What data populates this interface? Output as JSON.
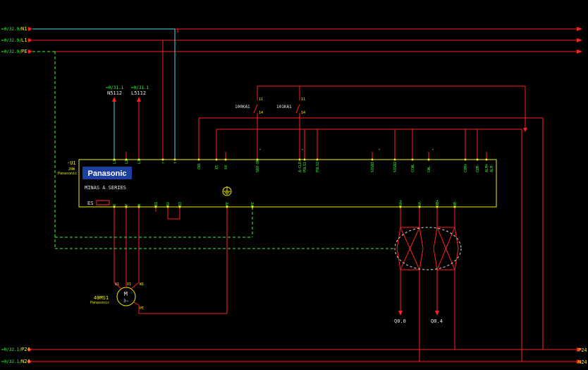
{
  "buses": {
    "n1": {
      "ref": "=0/32.9/",
      "name": "N1"
    },
    "l1": {
      "ref": "=0/32.9/",
      "name": "L1"
    },
    "pe": {
      "ref": "=0/32.9/",
      "name": "PE"
    },
    "p24": {
      "ref": "=0/32.1/",
      "name": "P24",
      "right": "P24"
    },
    "n24": {
      "ref": "=0/32.1/",
      "name": "N24",
      "right": "N24"
    }
  },
  "refs": {
    "n5112": {
      "ref": "=0/31.1",
      "name": "N5112"
    },
    "l5112": {
      "ref": "=0/31.1",
      "name": "L5112"
    }
  },
  "relays": {
    "k1": {
      "name": "100KA1",
      "t1": "11",
      "t2": "14"
    },
    "k2": {
      "name": "101KA1",
      "t1": "11",
      "t2": "14"
    }
  },
  "drive": {
    "tag": "-U1",
    "rating": "20W",
    "maker": "Panasonic",
    "logo": "Panasonic",
    "series": "MINAS A SERIES",
    "es_label": "ES"
  },
  "motor": {
    "tag": "40MS1",
    "maker": "Panasonic",
    "symbol": "M",
    "phase": "3~",
    "u": "U1",
    "v": "V1",
    "w": "W1",
    "pe": "PE"
  },
  "outputs": {
    "q0": "Q0.0",
    "q4": "Q0.4"
  },
  "dashes": [
    "-",
    "-",
    "-",
    "-"
  ],
  "top_terminals": [
    "L1",
    "L2",
    "L3",
    "r",
    "t",
    "CN1",
    "X5",
    "X4",
    "SRV-ON",
    "A-CLR",
    "PULS1",
    "PULS2",
    "SIGN1",
    "SIGN2",
    "CCWL",
    "CWL",
    "COM+",
    "COM-",
    "ALM+",
    "ALM-"
  ],
  "bottom_terminals": [
    "U",
    "V",
    "W",
    "B1",
    "B2",
    "B3",
    "PE",
    "PE",
    "OA+",
    "OA-",
    "OB+",
    "OB-"
  ],
  "colors": {
    "background": "#000000",
    "wire_red": "#ff2020",
    "wire_cyan": "#40e0e0",
    "pe_green": "#33ff33",
    "outline_yellow": "#f0f000",
    "logo_blue": "#1c3fa0"
  }
}
